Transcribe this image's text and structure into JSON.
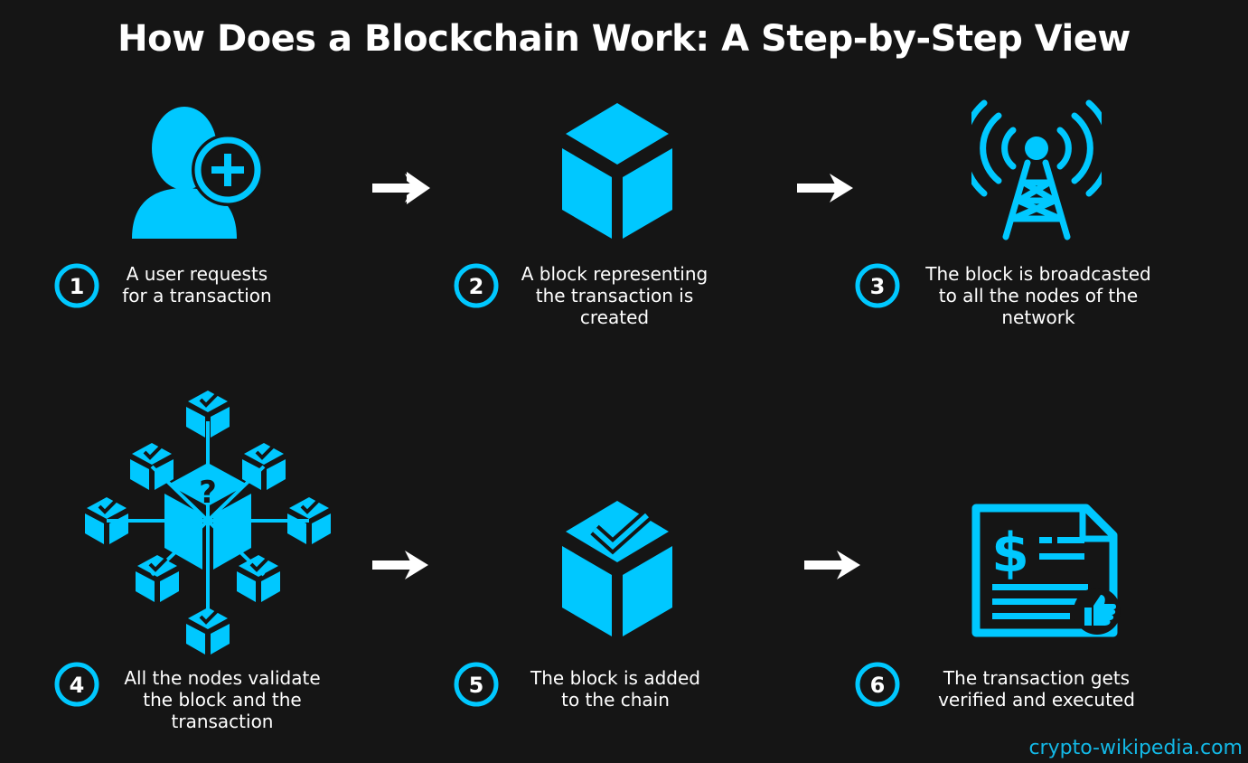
{
  "title": "How Does a Blockchain Work: A Step-by-Step View",
  "accent_color": "#00c8ff",
  "background_color": "#151515",
  "steps": [
    {
      "number": "1",
      "icon": "user-add-icon",
      "text": "A user requests\nfor a transaction"
    },
    {
      "number": "2",
      "icon": "block-cube-icon",
      "text": "A block representing\nthe transaction is\ncreated"
    },
    {
      "number": "3",
      "icon": "broadcast-tower-icon",
      "text": "The block is broadcasted\nto all the nodes of the\nnetwork"
    },
    {
      "number": "4",
      "icon": "node-network-icon",
      "text": "All the nodes validate\nthe block and the\ntransaction"
    },
    {
      "number": "5",
      "icon": "verified-block-icon",
      "text": "The block is added\nto the chain"
    },
    {
      "number": "6",
      "icon": "invoice-approved-icon",
      "text": "The transaction gets\nverified and executed"
    }
  ],
  "watermark": "crypto-wikipedia.com"
}
